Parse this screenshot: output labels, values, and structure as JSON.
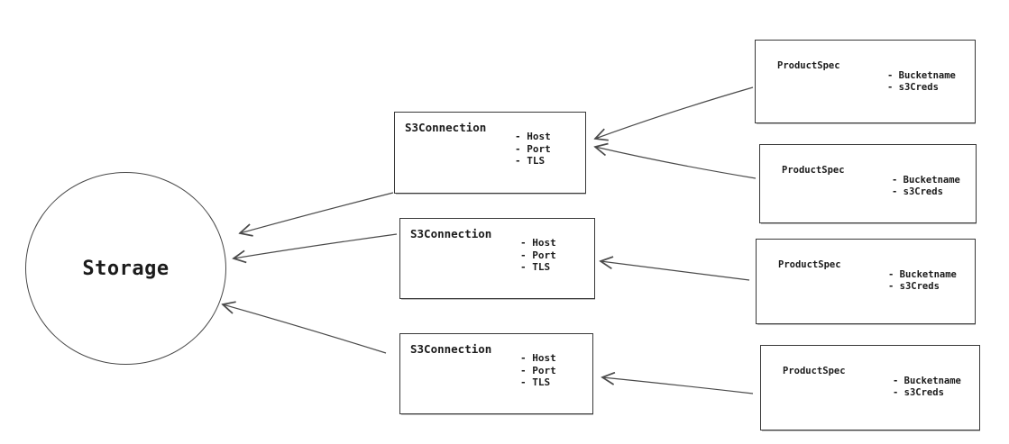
{
  "diagram": {
    "storage": {
      "label": "Storage"
    },
    "s3_connections": [
      {
        "title": "S3Connection",
        "attributes": [
          "- Host",
          "- Port",
          "- TLS"
        ]
      },
      {
        "title": "S3Connection",
        "attributes": [
          "- Host",
          "- Port",
          "- TLS"
        ]
      },
      {
        "title": "S3Connection",
        "attributes": [
          "- Host",
          "- Port",
          "- TLS"
        ]
      }
    ],
    "product_specs": [
      {
        "title": "ProductSpec",
        "attributes": [
          "- Bucketname",
          "- s3Creds"
        ]
      },
      {
        "title": "ProductSpec",
        "attributes": [
          "- Bucketname",
          "- s3Creds"
        ]
      },
      {
        "title": "ProductSpec",
        "attributes": [
          "- Bucketname",
          "- s3Creds"
        ]
      },
      {
        "title": "ProductSpec",
        "attributes": [
          "- Bucketname",
          "- s3Creds"
        ]
      }
    ],
    "edges": [
      "ProductSpec-1 -> S3Connection-1",
      "ProductSpec-2 -> S3Connection-1",
      "ProductSpec-3 -> S3Connection-2",
      "ProductSpec-4 -> S3Connection-3",
      "S3Connection-1 -> Storage",
      "S3Connection-2 -> Storage",
      "S3Connection-3 -> Storage"
    ],
    "colors": {
      "stroke": "#4a4a4a",
      "text": "#1b1b1b",
      "background": "#ffffff"
    }
  }
}
